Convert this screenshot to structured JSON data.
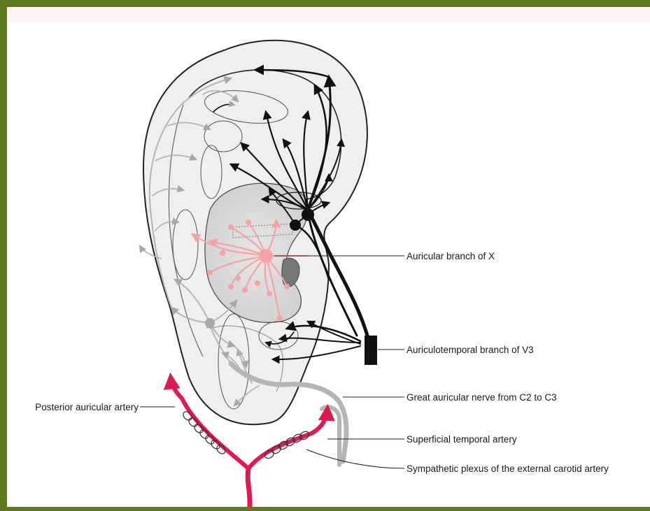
{
  "figure": {
    "frame_color": "#5f7a1e",
    "labels": {
      "auricular_branch_x": "Auricular branch of X",
      "auriculotemporal_v3": "Auriculotemporal branch of V3",
      "great_auricular": "Great auricular nerve from C2 to C3",
      "posterior_auricular_artery": "Posterior auricular artery",
      "superficial_temporal_artery": "Superficial temporal artery",
      "sympathetic_plexus": "Sympathetic plexus of the external carotid artery"
    },
    "colors": {
      "artery": "#e0194f",
      "vagus_branch": "#f4a4a4",
      "v3_nerve": "#111111",
      "great_auricular_nerve": "#b5b5b5",
      "ear_fill": "#efefef"
    }
  }
}
